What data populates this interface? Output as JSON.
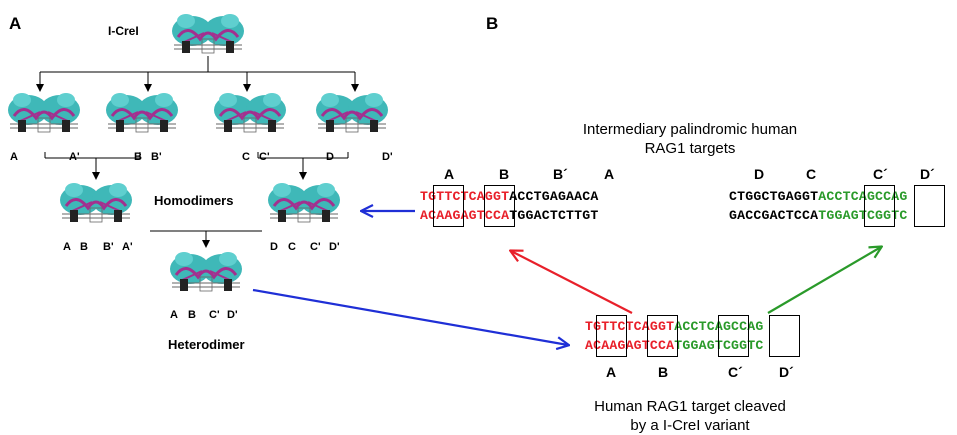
{
  "panel_a": {
    "letter": "A",
    "root": "I-CreI",
    "level1": [
      "A",
      "A'",
      "B",
      "B'",
      "C",
      "C'",
      "D",
      "D'"
    ],
    "homodimer_left": [
      "A",
      "B",
      "B'",
      "A'"
    ],
    "homodimer_right": [
      "D",
      "C",
      "C'",
      "D'"
    ],
    "homodimers_label": "Homodimers",
    "heterodimer_sites": [
      "A",
      "B",
      "C'",
      "D'"
    ],
    "heterodimer_label": "Heterodimer"
  },
  "panel_b": {
    "letter": "B",
    "intermediary_caption": [
      "Intermediary palindromic human",
      "RAG1 targets"
    ],
    "left_target": {
      "labels": [
        "A",
        "B",
        "B´",
        "A"
      ],
      "top": {
        "red": "TGTTCTCAGGT",
        "black": "ACCTGAGAACA"
      },
      "bottom": {
        "red": "ACAAGAGTCCA",
        "black": "TGGACTCTTGT"
      }
    },
    "right_target": {
      "labels": [
        "D",
        "C",
        "C´",
        "D´"
      ],
      "top": {
        "black": "CTGGCTGAGGT",
        "green": "ACCTCAGCCAG"
      },
      "bottom": {
        "black": "GACCGACTCCA",
        "green": "TGGAGTCGGTC"
      }
    },
    "human_target": {
      "labels": [
        "A",
        "B",
        "C´",
        "D´"
      ],
      "top": {
        "red": "TGTTCTCAGGT",
        "green": "ACCTCAGCCAG"
      },
      "bottom": {
        "red": "ACAAGAGTCCA",
        "green": "TGGAGTCGGTC"
      }
    },
    "human_caption": [
      "Human RAG1 target cleaved",
      "by a I-CreI variant"
    ]
  },
  "colors": {
    "red": "#e8202a",
    "green": "#2a9a2a",
    "blue": "#1f2fd6",
    "protein": "#3fb8b8",
    "dna_accent": "#a3308f"
  }
}
